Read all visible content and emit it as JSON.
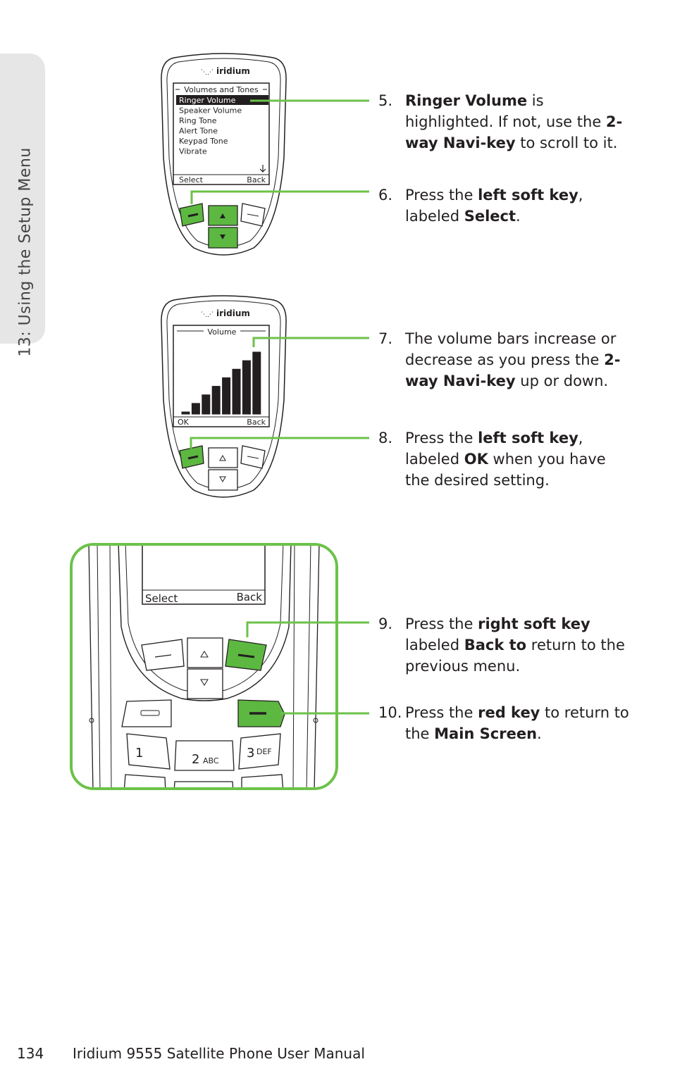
{
  "sidebar": {
    "chapter_label": "13: Using the Setup Menu"
  },
  "colors": {
    "accent_green": "#6cc24a",
    "key_green": "#5cb841",
    "tab_gray": "#e6e6e6"
  },
  "phone1": {
    "brand": "iridium",
    "menu_title": "Volumes and Tones",
    "menu_items": [
      "Ringer Volume",
      "Speaker Volume",
      "Ring Tone",
      "Alert Tone",
      "Keypad Tone",
      "Vibrate"
    ],
    "highlighted_index": 0,
    "left_soft": "Select",
    "right_soft": "Back"
  },
  "phone2": {
    "brand": "iridium",
    "screen_title": "Volume",
    "volume_level": 8,
    "volume_max": 8,
    "left_soft": "OK",
    "right_soft": "Back"
  },
  "phone3": {
    "left_soft": "Select",
    "right_soft": "Back",
    "keys": [
      {
        "digit": "1",
        "letters": ""
      },
      {
        "digit": "2",
        "letters": "ABC"
      },
      {
        "digit": "3",
        "letters": "DEF"
      }
    ]
  },
  "steps": [
    {
      "num": "5.",
      "parts": [
        [
          "b",
          "Ringer Volume"
        ],
        [
          "t",
          " is highlighted. If not, use the "
        ],
        [
          "b",
          "2-way Navi-key"
        ],
        [
          "t",
          " to scroll to it."
        ]
      ]
    },
    {
      "num": "6.",
      "parts": [
        [
          "t",
          "Press the "
        ],
        [
          "b",
          "left soft key"
        ],
        [
          "t",
          ", labeled "
        ],
        [
          "b",
          "Select"
        ],
        [
          "t",
          "."
        ]
      ]
    },
    {
      "num": "7.",
      "parts": [
        [
          "t",
          "The volume bars increase or decrease as you press the "
        ],
        [
          "b",
          "2-way Navi-key"
        ],
        [
          "t",
          " up or down."
        ]
      ]
    },
    {
      "num": "8.",
      "parts": [
        [
          "t",
          "Press the "
        ],
        [
          "b",
          "left soft key"
        ],
        [
          "t",
          ", labeled "
        ],
        [
          "b",
          "OK"
        ],
        [
          "t",
          " when you have the desired setting."
        ]
      ]
    },
    {
      "num": "9.",
      "parts": [
        [
          "t",
          "Press the "
        ],
        [
          "b",
          "right soft key"
        ],
        [
          "t",
          " labeled "
        ],
        [
          "b",
          "Back to"
        ],
        [
          "t",
          " return to the previous menu."
        ]
      ]
    },
    {
      "num": "10.",
      "parts": [
        [
          "t",
          "Press the "
        ],
        [
          "b",
          "red key"
        ],
        [
          "t",
          " to return to the "
        ],
        [
          "b",
          "Main Screen"
        ],
        [
          "t",
          "."
        ]
      ]
    }
  ],
  "footer": {
    "page_number": "134",
    "manual_title": "Iridium 9555 Satellite Phone User Manual"
  }
}
